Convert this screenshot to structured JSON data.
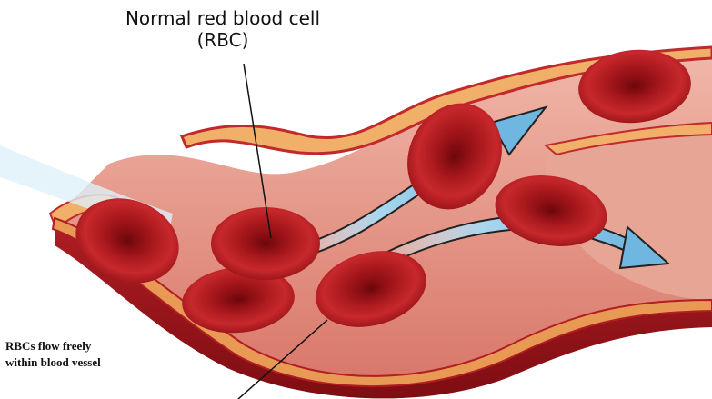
{
  "title": {
    "line1": "Normal red blood cell",
    "line2": "(RBC)"
  },
  "caption": {
    "line1": "RBCs flow freely",
    "line2": "within blood vessel"
  },
  "colors": {
    "vessel_outer": "#e8a45a",
    "vessel_wall": "#c2292b",
    "vessel_lumen": "#e39a8a",
    "cell_dark": "#8f1014",
    "cell_mid": "#b81f24",
    "flow_arrow": "#8ec9e8"
  },
  "icons": [
    "red-blood-cell",
    "flow-arrow"
  ]
}
